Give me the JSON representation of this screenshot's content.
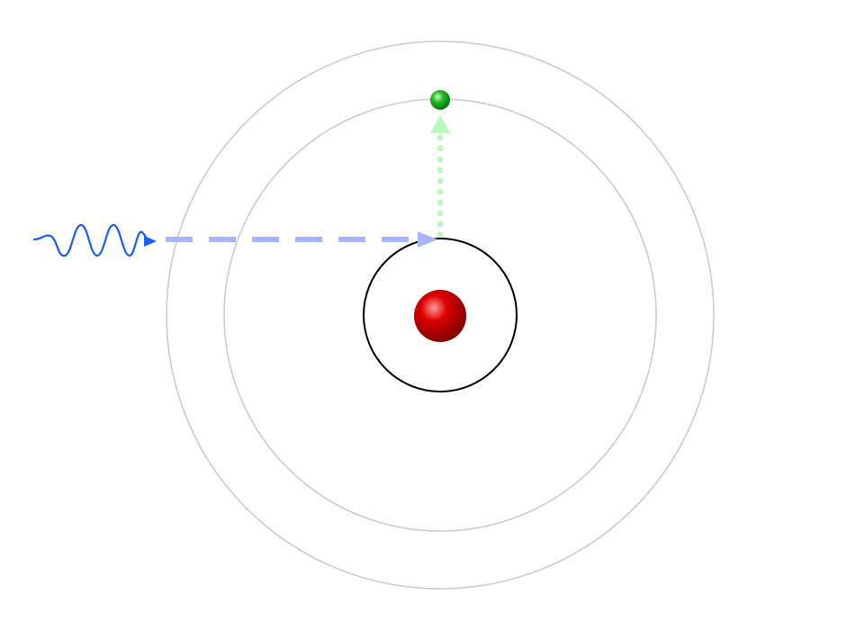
{
  "diagram": {
    "description_elements": {
      "nucleus": "nucleus",
      "electron": "electron",
      "photon": "photon"
    },
    "colors": {
      "background": "#ffffff",
      "inner_orbit": "#000000",
      "outer_orbits": "#cccccc",
      "nucleus_main": "#dd0000",
      "nucleus_dark": "#7a0000",
      "nucleus_highlight": "#ff9a9a",
      "electron_main": "#22bb22",
      "electron_dark": "#0a6a0a",
      "electron_highlight": "#c8ffc8",
      "photon_wave": "#1a5cf0",
      "photon_path": "#a8b4f8",
      "excitation_path": "#b8f8b8"
    },
    "icons": {
      "photon": "wavy-arrow-icon",
      "transition": "dashed-arrow-icon"
    }
  }
}
